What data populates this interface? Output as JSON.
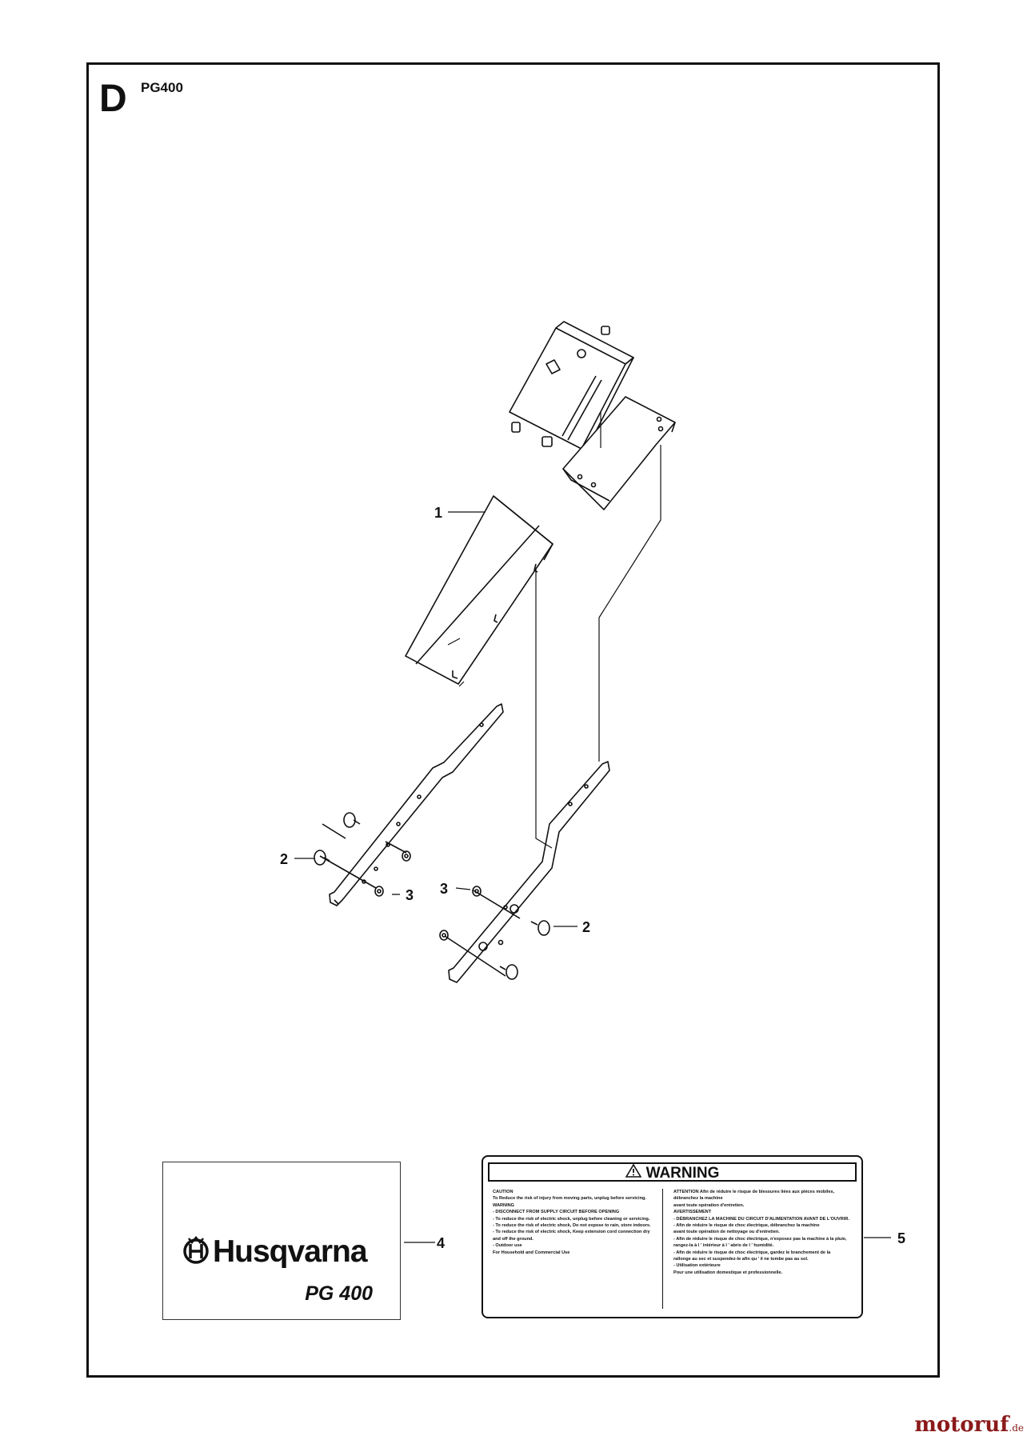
{
  "header": {
    "section_letter": "D",
    "model": "PG400"
  },
  "callouts": {
    "c1": "1",
    "c2a": "2",
    "c2b": "2",
    "c3a": "3",
    "c3b": "3",
    "c4": "4",
    "c5": "5"
  },
  "decal": {
    "brand": "Husqvarna",
    "model": "PG 400"
  },
  "warning_label": {
    "title": "WARNING",
    "left_lines": [
      "CAUTION",
      "To Reduce the risk of injury from moving parts, unplug before servicing.",
      "WARNING",
      "- DISCONNECT FROM SUPPLY CIRCUIT BEFORE OPENING",
      "- To reduce the risk of electric shock, unplug before cleaning or servicing.",
      "- To reduce the risk of electric shock, Do not expose to rain, store indoors.",
      "- To reduce the risk of electric shock, Keep extension cord connection dry",
      "  and off the ground.",
      "- Outdoor use",
      "For Household and Commercial Use"
    ],
    "right_lines": [
      "ATTENTION Afin de réduire le risque de blessures liées aux pièces mobiles,",
      "débranchez la machine",
      "avant toute opération d'entretien.",
      "AVERTISSEMENT",
      "- DÉBRANCHEZ LA MACHINE DU CIRCUIT D'ALIMENTATION AVANT DE L'OUVRIR.",
      "- Afin de réduire le risque de choc électrique, débranchez la machine",
      "  avant toute opération de nettoyage ou d'entretien.",
      "- Afin de réduire le risque de choc électrique, n'exposez pas la machine à la pluie,",
      "  rangez-la à l ' intérieur à l ' abris de l ' humidité.",
      "- Afin de réduire le risque de choc électrique, gardez le branchement de la",
      "  rallonge au sec et suspendez-le afin qu ' il ne tombe pas au sol.",
      "- Utilisation extérieure",
      "Pour une utilisation domestique et professionnelle."
    ]
  },
  "footer": {
    "site": "motoruf",
    "suffix": ".de"
  }
}
